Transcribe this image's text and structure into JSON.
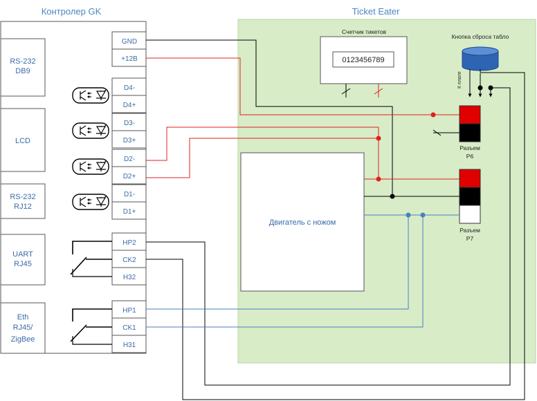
{
  "controller": {
    "title": "Контролер GK",
    "ports": [
      {
        "line1": "RS-232",
        "line2": "DB9"
      },
      {
        "line1": "LCD",
        "line2": ""
      },
      {
        "line1": "RS-232",
        "line2": "RJ12"
      },
      {
        "line1": "UART",
        "line2": "RJ45"
      },
      {
        "line1": "Eth",
        "line2": "RJ45/",
        "line3": "ZigBee"
      }
    ],
    "terminals": [
      "GND",
      "+12B",
      "D4-",
      "D4+",
      "D3-",
      "D3+",
      "D2-",
      "D2+",
      "D1-",
      "D1+",
      "HP2",
      "CK2",
      "H32",
      "HP1",
      "CK1",
      "H31"
    ]
  },
  "ticket_eater": {
    "title": "Ticket Eater",
    "counter_label": "Счетчик тикетов",
    "counter_value": "0123456789",
    "reset_button_label": "Кнопка сброса табло",
    "to_board_label": "К плате",
    "motor_label": "Двигатель с ножом",
    "connector_p6": {
      "line1": "Разъем",
      "line2": "P6"
    },
    "connector_p7": {
      "line1": "Разъем",
      "line2": "P7"
    }
  },
  "colors": {
    "panel_fill": "#d8ecc8",
    "panel_border": "#b6d7a0",
    "title_blue": "#4a86c0",
    "wire_red": "#e02020",
    "wire_black": "#000000",
    "wire_blue": "#4a7ec0",
    "button_blue": "#2e64b2",
    "connector_red": "#e00000"
  }
}
